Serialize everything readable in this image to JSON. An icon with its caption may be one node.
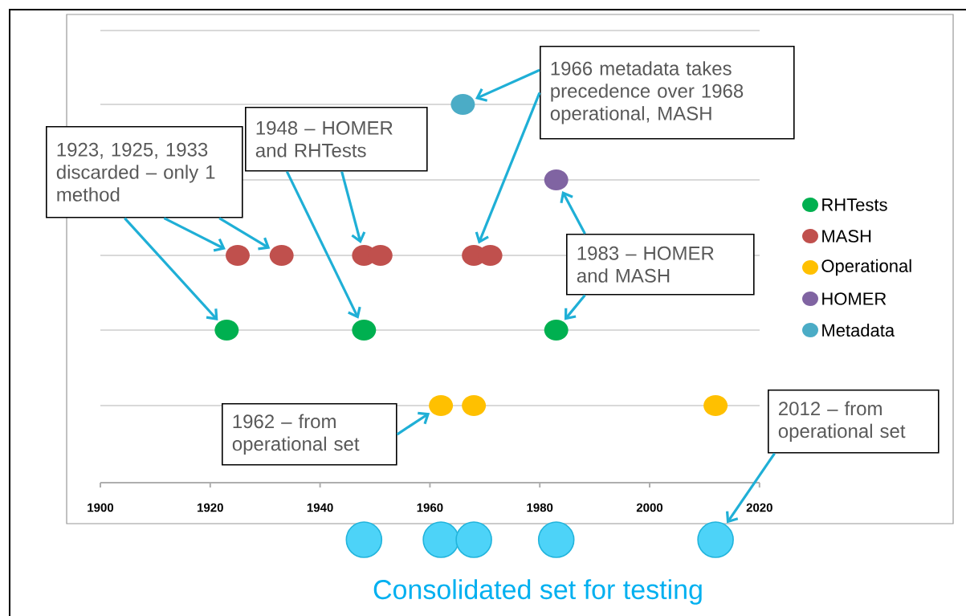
{
  "diagram": {
    "nodes": [
      {
        "text": [
          "1923, 1925, 1933 discarded – only 1 method"
        ]
      },
      {
        "text": [
          "1948 – HOMER and RHTests"
        ]
      },
      {
        "text": [
          "1966 metadata takes precedence over 1968 operational, MASH"
        ]
      },
      {
        "text": [
          "1983 – HOMER and MASH"
        ]
      },
      {
        "text": [
          "1962 – from operational set"
        ]
      },
      {
        "text": [
          "2012 – from operational set"
        ]
      },
      {
        "text": [],
        "shape": "circle"
      },
      {
        "text": [],
        "shape": "circle"
      },
      {
        "text": [],
        "shape": "circle"
      },
      {
        "text": [],
        "shape": "circle"
      },
      {
        "text": [],
        "shape": "circle"
      },
      {
        "text": [],
        "shape": "circle"
      },
      {
        "text": [],
        "shape": "circle"
      },
      {
        "text": [],
        "shape": "circle"
      },
      {
        "text": [],
        "shape": "circle"
      },
      {
        "text": [],
        "shape": "circle"
      },
      {
        "text": [],
        "shape": "circle"
      },
      {
        "text": [],
        "shape": "circle"
      },
      {
        "text": [],
        "shape": "circle"
      },
      {
        "text": [],
        "shape": "circle"
      },
      {
        "text": [],
        "shape": "circle"
      },
      {
        "text": [],
        "shape": "circle"
      },
      {
        "text": [],
        "shape": "circle"
      },
      {
        "text": [],
        "shape": "circle"
      },
      {
        "text": [],
        "shape": "circle"
      }
    ],
    "edges": [
      {
        "from": 0,
        "to": 14,
        "arrow": "to"
      },
      {
        "from": 0,
        "to": 8,
        "arrow": "to"
      },
      {
        "from": 0,
        "to": 9,
        "arrow": "to"
      },
      {
        "from": 1,
        "to": 10,
        "arrow": "to"
      },
      {
        "from": 1,
        "to": 15,
        "arrow": "to"
      },
      {
        "from": 2,
        "to": 6,
        "arrow": "to"
      },
      {
        "from": 2,
        "to": 12,
        "arrow": "to"
      },
      {
        "from": 3,
        "to": 7,
        "arrow": "to"
      },
      {
        "from": 3,
        "to": 16,
        "arrow": "to"
      },
      {
        "from": 4,
        "to": 17,
        "arrow": "to"
      },
      {
        "from": 5,
        "to": 24,
        "arrow": "to"
      }
    ],
    "labels": [
      "1900",
      "1920",
      "1940",
      "1960",
      "1980",
      "2000",
      "2020",
      "Consolidated set for testing"
    ],
    "legend": [
      {
        "text": "RHTests",
        "color": "#00b050"
      },
      {
        "text": "MASH",
        "color": "#c0504d"
      },
      {
        "text": "Operational",
        "color": "#ffc000"
      },
      {
        "text": "HOMER",
        "color": "#8064a2"
      },
      {
        "text": "Metadata",
        "color": "#4bacc6"
      }
    ]
  }
}
